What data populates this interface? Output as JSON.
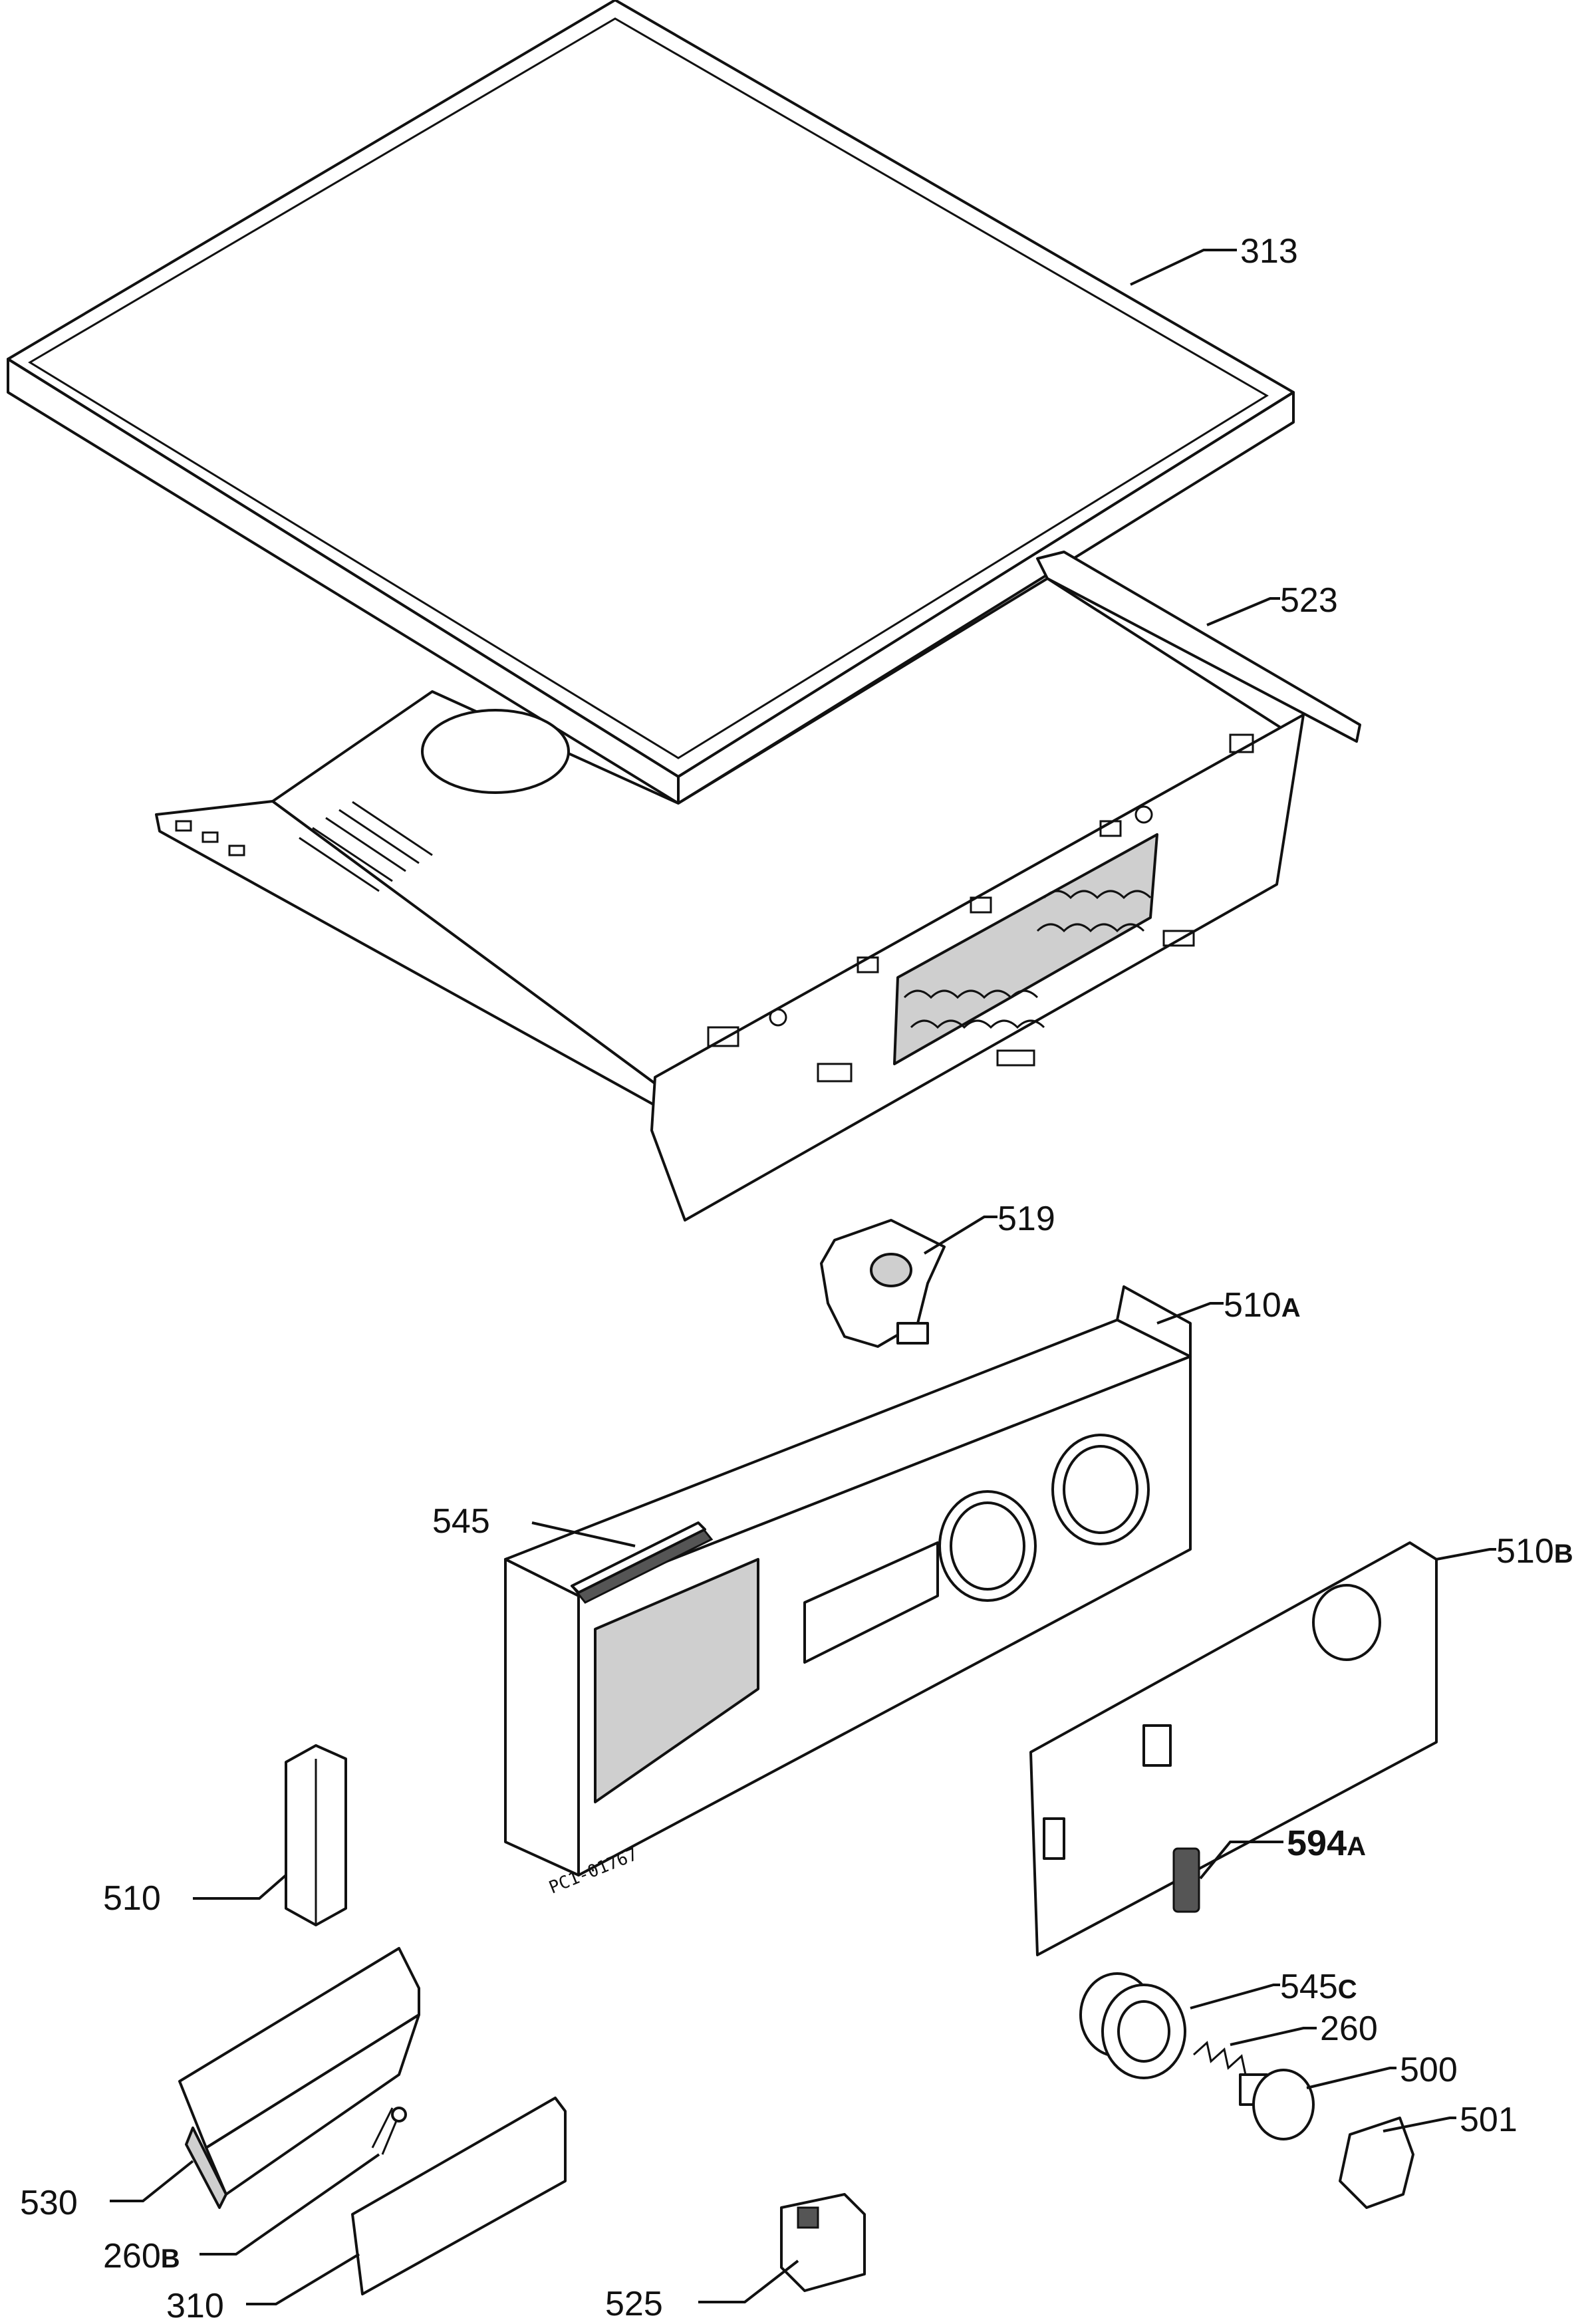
{
  "diagram": {
    "drawing_code": "PC1-01767",
    "parts": [
      {
        "id": "313",
        "number": "313",
        "suffix": ""
      },
      {
        "id": "523",
        "number": "523",
        "suffix": ""
      },
      {
        "id": "519",
        "number": "519",
        "suffix": ""
      },
      {
        "id": "510A",
        "number": "510",
        "suffix": "A"
      },
      {
        "id": "545",
        "number": "545",
        "suffix": ""
      },
      {
        "id": "510B",
        "number": "510",
        "suffix": "B"
      },
      {
        "id": "594A",
        "number": "594",
        "suffix": "A"
      },
      {
        "id": "510",
        "number": "510",
        "suffix": ""
      },
      {
        "id": "545C",
        "number": "545",
        "suffix": "C"
      },
      {
        "id": "260",
        "number": "260",
        "suffix": ""
      },
      {
        "id": "500",
        "number": "500",
        "suffix": ""
      },
      {
        "id": "501",
        "number": "501",
        "suffix": ""
      },
      {
        "id": "530",
        "number": "530",
        "suffix": ""
      },
      {
        "id": "260B",
        "number": "260",
        "suffix": "B"
      },
      {
        "id": "310",
        "number": "310",
        "suffix": ""
      },
      {
        "id": "525",
        "number": "525",
        "suffix": ""
      }
    ]
  }
}
